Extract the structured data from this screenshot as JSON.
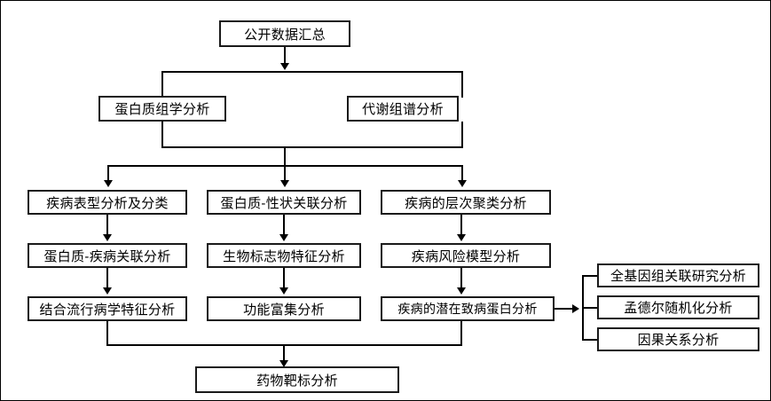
{
  "diagram": {
    "title": "公开数据汇总",
    "accent_color": "#000000",
    "background_color": "#ffffff",
    "nodes": {
      "root": "公开数据汇总",
      "branch_left": "蛋白质组学分析",
      "branch_right": "代谢组谱分析",
      "col1_r1": "疾病表型分析及分类",
      "col1_r2": "蛋白质-疾病关联分析",
      "col1_r3": "结合流行病学特征分析",
      "col2_r1": "蛋白质-性状关联分析",
      "col2_r2": "生物标志物特征分析",
      "col2_r3": "功能富集分析",
      "col3_r1": "疾病的层次聚类分析",
      "col3_r2": "疾病风险模型分析",
      "col3_r3": "疾病的潜在致病蛋白分析",
      "side_1": "全基因组关联研究分析",
      "side_2": "孟德尔随机化分析",
      "side_3": "因果关系分析",
      "terminal": "药物靶标分析"
    }
  }
}
